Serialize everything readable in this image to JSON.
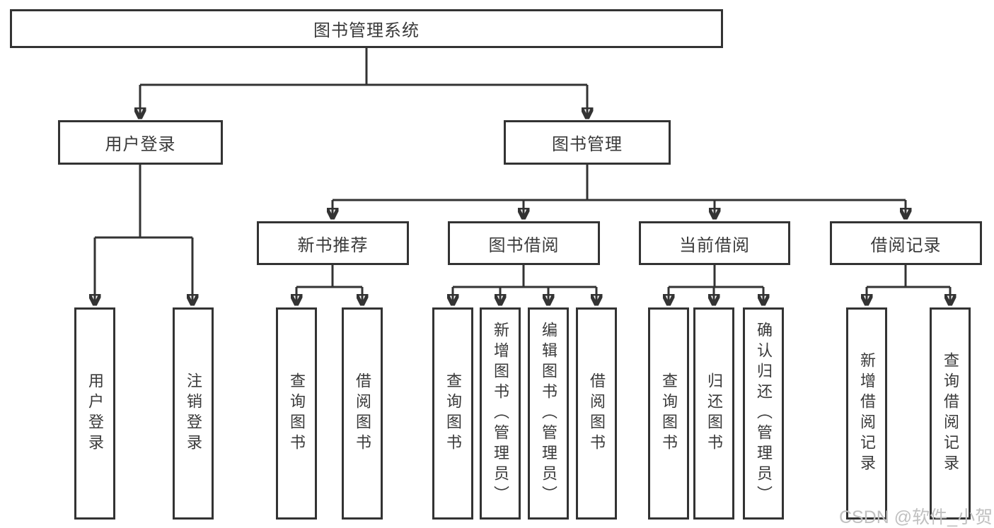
{
  "tree": {
    "root": {
      "label": "图书管理系统"
    },
    "branches": [
      {
        "label": "用户登录",
        "children": [
          {
            "label": "用户登录"
          },
          {
            "label": "注销登录"
          }
        ]
      },
      {
        "label": "图书管理",
        "groups": [
          {
            "label": "新书推荐",
            "children": [
              {
                "label": "查询图书"
              },
              {
                "label": "借阅图书"
              }
            ]
          },
          {
            "label": "图书借阅",
            "children": [
              {
                "label": "查询图书"
              },
              {
                "label": "新增图书（管理员）"
              },
              {
                "label": "编辑图书（管理员）"
              },
              {
                "label": "借阅图书"
              }
            ]
          },
          {
            "label": "当前借阅",
            "children": [
              {
                "label": "查询图书"
              },
              {
                "label": "归还图书"
              },
              {
                "label": "确认归还（管理员）"
              }
            ]
          },
          {
            "label": "借阅记录",
            "children": [
              {
                "label": "新增借阅记录"
              },
              {
                "label": "查询借阅记录"
              }
            ]
          }
        ]
      }
    ]
  },
  "watermark": "CSDN @软件_小贺同学",
  "colors": {
    "line": "#333333",
    "text": "#3a3a3a",
    "watermark": "#c0c0c0",
    "background": "#ffffff"
  }
}
